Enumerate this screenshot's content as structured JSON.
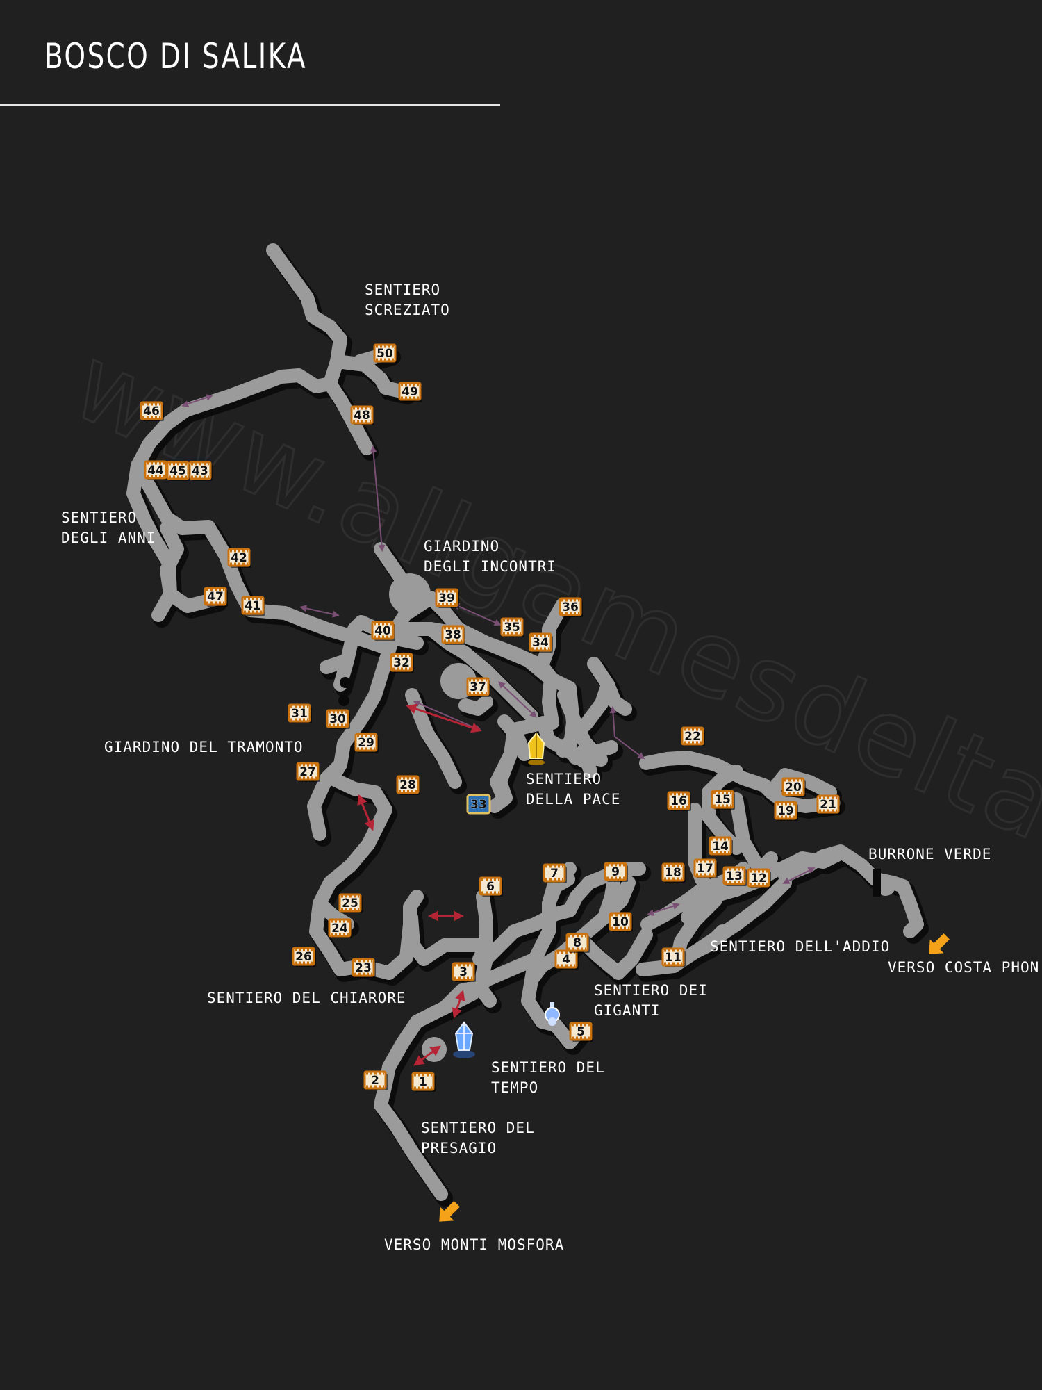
{
  "title": "BOSCO DI SALIKA",
  "watermark": "www.allgamesdelta.org",
  "colors": {
    "background": "#202020",
    "path": "#9b9b9b",
    "path_shadow": "#0c0c0c",
    "link_purple": "#7a4f74",
    "link_red": "#b52536",
    "exit_arrow": "#f3a21a",
    "chest_border": "#c9720e",
    "crystal_blue": "#6aa8ff",
    "crystal_gold": "#f0c21c"
  },
  "areas": [
    {
      "id": "sentiero-screziato",
      "lines": [
        "SENTIERO",
        "SCREZIATO"
      ]
    },
    {
      "id": "giardino-degli-incontri",
      "lines": [
        "GIARDINO",
        "DEGLI INCONTRI"
      ]
    },
    {
      "id": "sentiero-degli-anni",
      "lines": [
        "SENTIERO",
        "DEGLI ANNI"
      ]
    },
    {
      "id": "giardino-del-tramonto",
      "lines": [
        "GIARDINO DEL TRAMONTO"
      ]
    },
    {
      "id": "sentiero-della-pace",
      "lines": [
        "SENTIERO",
        "DELLA PACE"
      ]
    },
    {
      "id": "burrone-verde",
      "lines": [
        "BURRONE VERDE"
      ]
    },
    {
      "id": "sentiero-dell-addio",
      "lines": [
        "SENTIERO DELL'ADDIO"
      ]
    },
    {
      "id": "verso-costa-phon",
      "lines": [
        "VERSO COSTA PHON"
      ]
    },
    {
      "id": "sentiero-dei-giganti",
      "lines": [
        "SENTIERO DEI",
        "GIGANTI"
      ]
    },
    {
      "id": "sentiero-del-chiarore",
      "lines": [
        "SENTIERO DEL CHIARORE"
      ]
    },
    {
      "id": "sentiero-del-tempo",
      "lines": [
        "SENTIERO DEL",
        "TEMPO"
      ]
    },
    {
      "id": "sentiero-del-presagio",
      "lines": [
        "SENTIERO DEL",
        "PRESAGIO"
      ]
    },
    {
      "id": "verso-monti-mosfora",
      "lines": [
        "VERSO MONTI MOSFORA"
      ]
    }
  ],
  "markers": [
    {
      "num": "1",
      "type": "chest"
    },
    {
      "num": "2",
      "type": "chest"
    },
    {
      "num": "3",
      "type": "chest"
    },
    {
      "num": "4",
      "type": "chest"
    },
    {
      "num": "5",
      "type": "chest"
    },
    {
      "num": "6",
      "type": "chest"
    },
    {
      "num": "7",
      "type": "chest"
    },
    {
      "num": "8",
      "type": "chest"
    },
    {
      "num": "9",
      "type": "chest"
    },
    {
      "num": "10",
      "type": "chest"
    },
    {
      "num": "11",
      "type": "chest"
    },
    {
      "num": "12",
      "type": "chest"
    },
    {
      "num": "13",
      "type": "chest"
    },
    {
      "num": "14",
      "type": "chest"
    },
    {
      "num": "15",
      "type": "chest"
    },
    {
      "num": "16",
      "type": "chest"
    },
    {
      "num": "17",
      "type": "chest"
    },
    {
      "num": "18",
      "type": "chest"
    },
    {
      "num": "19",
      "type": "chest"
    },
    {
      "num": "20",
      "type": "chest"
    },
    {
      "num": "21",
      "type": "chest"
    },
    {
      "num": "22",
      "type": "chest"
    },
    {
      "num": "23",
      "type": "chest"
    },
    {
      "num": "24",
      "type": "chest"
    },
    {
      "num": "25",
      "type": "chest"
    },
    {
      "num": "26",
      "type": "chest"
    },
    {
      "num": "27",
      "type": "chest"
    },
    {
      "num": "28",
      "type": "chest"
    },
    {
      "num": "29",
      "type": "chest"
    },
    {
      "num": "30",
      "type": "chest"
    },
    {
      "num": "31",
      "type": "chest"
    },
    {
      "num": "32",
      "type": "chest"
    },
    {
      "num": "33",
      "type": "special-chest"
    },
    {
      "num": "34",
      "type": "chest"
    },
    {
      "num": "35",
      "type": "chest"
    },
    {
      "num": "36",
      "type": "chest"
    },
    {
      "num": "37",
      "type": "chest"
    },
    {
      "num": "38",
      "type": "chest"
    },
    {
      "num": "39",
      "type": "chest"
    },
    {
      "num": "40",
      "type": "chest"
    },
    {
      "num": "41",
      "type": "chest"
    },
    {
      "num": "42",
      "type": "chest"
    },
    {
      "num": "43",
      "type": "chest"
    },
    {
      "num": "44",
      "type": "chest"
    },
    {
      "num": "45",
      "type": "chest"
    },
    {
      "num": "46",
      "type": "chest"
    },
    {
      "num": "47",
      "type": "chest"
    },
    {
      "num": "48",
      "type": "chest"
    },
    {
      "num": "49",
      "type": "chest"
    },
    {
      "num": "50",
      "type": "chest"
    }
  ],
  "icons": [
    {
      "name": "blue-save-crystal-icon"
    },
    {
      "name": "gold-crystal-icon"
    },
    {
      "name": "potion-icon"
    },
    {
      "name": "exit-arrow-costa-phon-icon"
    },
    {
      "name": "exit-arrow-monti-mosfora-icon"
    }
  ]
}
